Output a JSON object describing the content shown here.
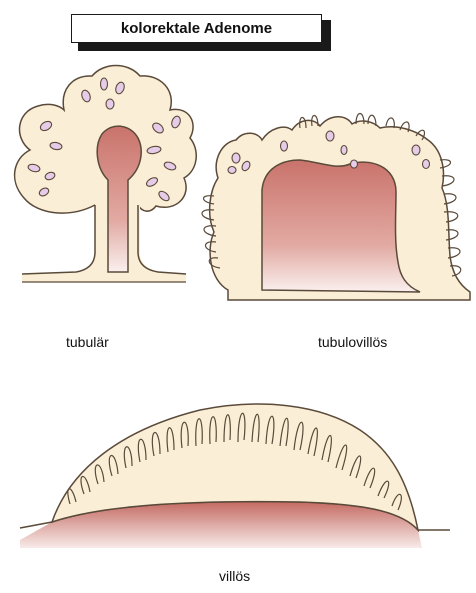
{
  "title": "kolorektale Adenome",
  "labels": {
    "tubular": "tubulär",
    "tubulovillous": "tubulovillös",
    "villous": "villös"
  },
  "colors": {
    "epithelium": "#fbeed6",
    "outline": "#5a4a3a",
    "stroma": "#c9736b",
    "stroma_light": "#f6e4e1",
    "nuclei": "#e6cce8"
  }
}
